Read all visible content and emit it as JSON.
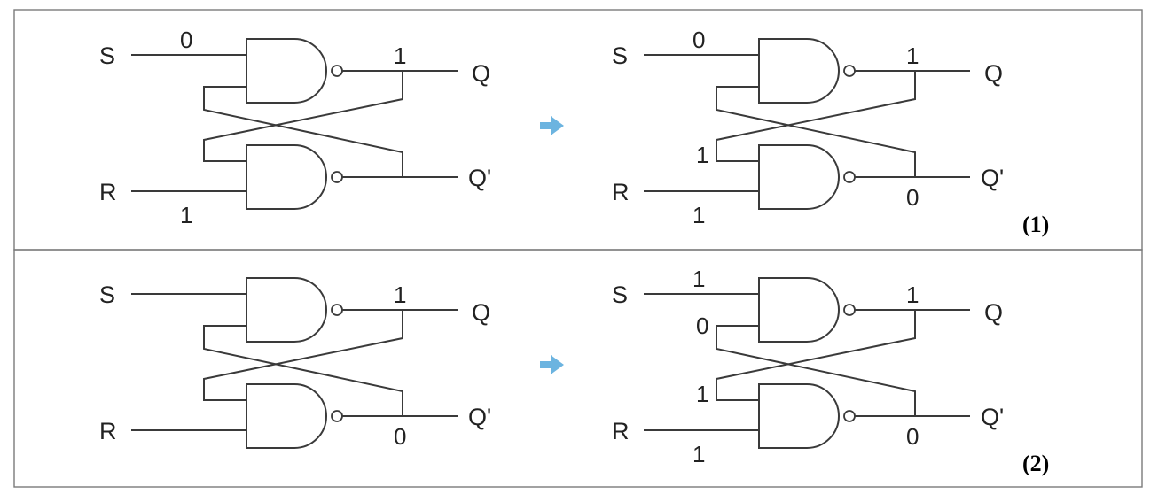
{
  "diagram": {
    "arrow_color": "#6cb4e0",
    "panels": [
      {
        "panel_label": "(1)",
        "before": {
          "inputs": {
            "set": "S",
            "reset": "R"
          },
          "outputs": {
            "q": "Q",
            "q_bar": "Q'"
          },
          "values": {
            "s": "0",
            "r": "1",
            "q": "1",
            "q_bar": "",
            "fb_top": "",
            "fb_bottom": ""
          }
        },
        "after": {
          "inputs": {
            "set": "S",
            "reset": "R"
          },
          "outputs": {
            "q": "Q",
            "q_bar": "Q'"
          },
          "values": {
            "s": "0",
            "r": "1",
            "q": "1",
            "q_bar": "0",
            "fb_top": "",
            "fb_bottom": "1"
          }
        }
      },
      {
        "panel_label": "(2)",
        "before": {
          "inputs": {
            "set": "S",
            "reset": "R"
          },
          "outputs": {
            "q": "Q",
            "q_bar": "Q'"
          },
          "values": {
            "s": "",
            "r": "",
            "q": "1",
            "q_bar": "0",
            "fb_top": "",
            "fb_bottom": ""
          }
        },
        "after": {
          "inputs": {
            "set": "S",
            "reset": "R"
          },
          "outputs": {
            "q": "Q",
            "q_bar": "Q'"
          },
          "values": {
            "s": "1",
            "r": "1",
            "q": "1",
            "q_bar": "0",
            "fb_top": "0",
            "fb_bottom": "1"
          }
        }
      }
    ]
  }
}
